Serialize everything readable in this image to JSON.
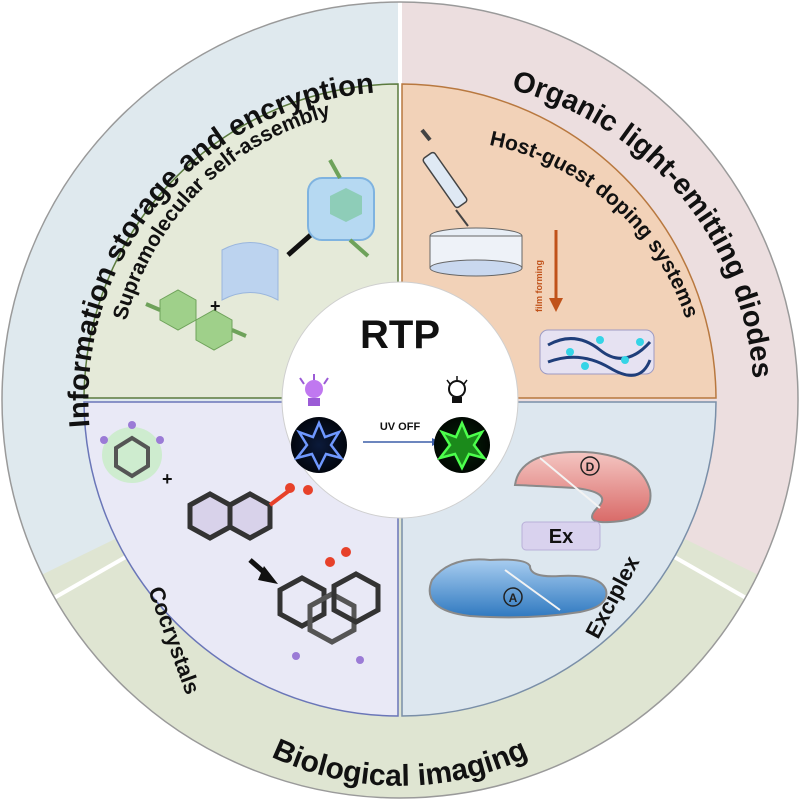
{
  "center": {
    "title": "RTP",
    "transition_label": "UV OFF"
  },
  "outer_ring": {
    "top_left": "Information storage and encryption",
    "top_right": "Organic light-emitting diodes",
    "bottom": "Biological imaging"
  },
  "quadrants": {
    "top_left": "Supramolecular self-assembly",
    "top_right": "Host-guest doping systems",
    "top_right_arrow_label": "film forming",
    "bottom_left": "Cocrystals",
    "bottom_right": "Exciplex",
    "bottom_right_center_label": "Ex",
    "bottom_right_donor": "D",
    "bottom_right_acceptor": "A"
  },
  "colors": {
    "ring_top_left": "#dfe9ee",
    "ring_top_right": "#ecdedf",
    "ring_bottom": "#dfe5d2",
    "quad_top_left": "#e5ead9",
    "quad_top_right": "#f2d2b8",
    "quad_bottom_left": "#e9e9f6",
    "quad_bottom_right": "#dde7ef",
    "glow_blue": "#4a78ff",
    "glow_green": "#3cff3c"
  }
}
